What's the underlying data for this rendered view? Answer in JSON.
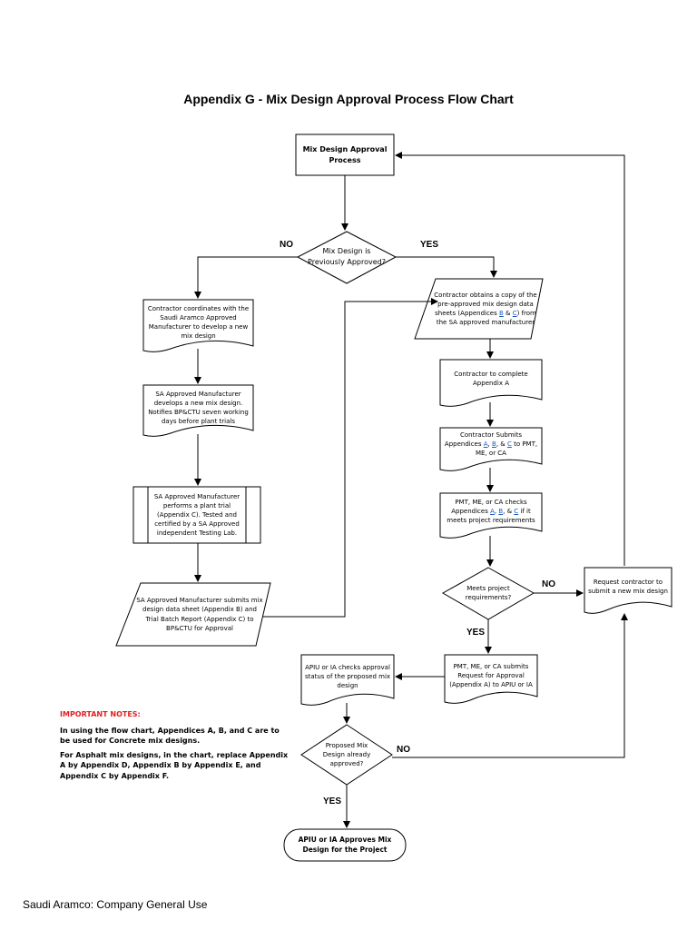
{
  "title": "Appendix G - Mix Design Approval Process Flow Chart",
  "nodes": {
    "start": "Mix Design Approval Process",
    "decision_prev": "Mix Design is Previously Approved?",
    "contractor_coord": "Contractor coordinates with the Saudi Aramco Approved Manufacturer to develop a new mix design",
    "sa_develops": "SA Approved Manufacturer develops a new mix design. Notifies BP&CTU seven working days before plant trials",
    "plant_trial": "SA Approved Manufacturer performs a plant trial (Appendix C). Tested and certified by a SA Approved independent Testing Lab.",
    "sa_submits": "SA Approved Manufacturer submits mix design data sheet (Appendix B) and Trial Batch Report (Appendix C) to BP&CTU for Approval",
    "obtain_copy_pre": "Contractor obtains a copy of the pre-approved mix design data sheets (Appendices ",
    "obtain_copy_B": "B",
    "obtain_copy_amp": " & ",
    "obtain_copy_C": "C",
    "obtain_copy_post": ") from the SA approved manufacturer",
    "complete_a": "Contractor to complete Appendix A",
    "submits_pre": "Contractor Submits Appendices ",
    "submits_A": "A",
    "submits_comma1": ", ",
    "submits_B": "B",
    "submits_amp": ", & ",
    "submits_C": "C",
    "submits_post": " to PMT, ME, or CA",
    "checks_pre": "PMT, ME, or CA checks Appendices ",
    "checks_A": "A",
    "checks_comma1": ", ",
    "checks_B": "B",
    "checks_amp": ", & ",
    "checks_C": "C",
    "checks_post": " if it meets project requirements",
    "decision_meets": "Meets project requirements?",
    "request_new": "Request contractor to submit a new mix design",
    "submits_request": "PMT, ME, or CA submits Request for Approval (Appendix A) to APIU or IA",
    "apiu_checks": "APIU or IA checks approval status of the proposed mix design",
    "decision_approved": "Proposed Mix Design already approved?",
    "end": "APIU or IA Approves Mix Design for the Project"
  },
  "labels": {
    "no_1": "NO",
    "yes_1": "YES",
    "no_2": "NO",
    "yes_2": "YES",
    "no_3": "NO",
    "yes_3": "YES"
  },
  "notes": {
    "heading": "IMPORTANT NOTES:",
    "note_1": "In using the flow chart, Appendices A, B, and C are to be used for Concrete mix designs.",
    "note_2": "For Asphalt mix designs, in the chart, replace Appendix A by Appendix D, Appendix B by Appendix E, and Appendix C by Appendix F."
  },
  "footer": "Saudi Aramco: Company General Use",
  "colors": {
    "line": "#000000",
    "note_heading": "#e02020",
    "link": "#1a5bc7"
  }
}
